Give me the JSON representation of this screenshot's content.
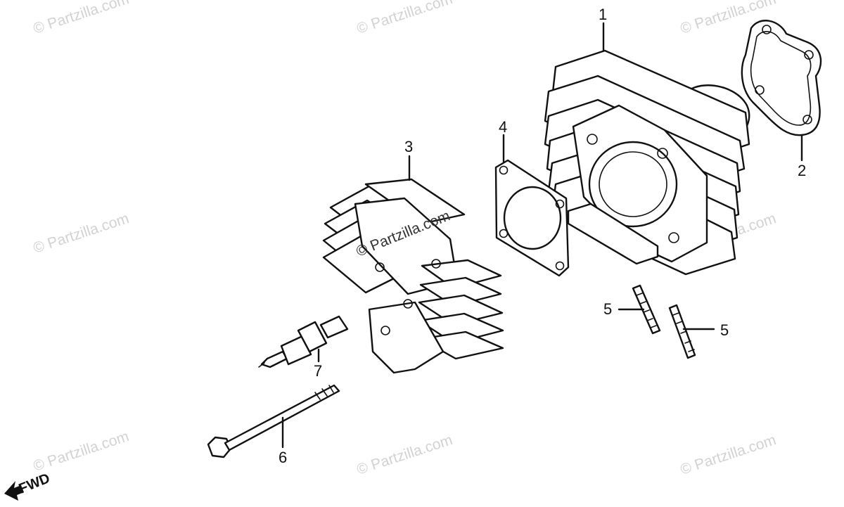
{
  "watermark": "© Partzilla.com",
  "fwd_label": "FWD",
  "parts": {
    "cylinder": "1",
    "base_gasket": "2",
    "cylinder_head": "3",
    "head_gasket": "4",
    "stud_bolt_a": "5",
    "stud_bolt_b": "5",
    "flange_bolt": "6",
    "spark_plug": "7"
  }
}
